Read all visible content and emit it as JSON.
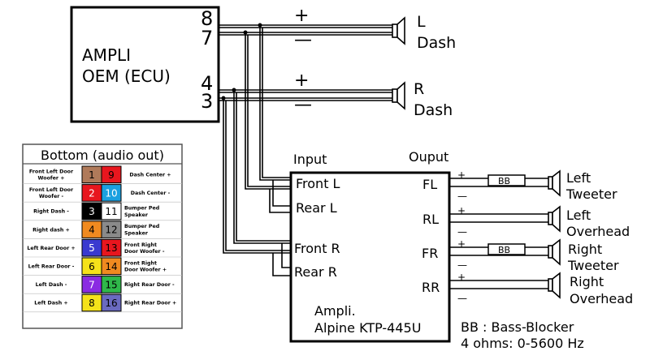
{
  "oem_amp": {
    "label_line1": "AMPLI",
    "label_line2": "OEM (ECU)",
    "pins": [
      "8",
      "7",
      "4",
      "3"
    ]
  },
  "dash_speakers": [
    {
      "name_line1": "L",
      "name_line2": "Dash",
      "plus": "+",
      "minus": "—"
    },
    {
      "name_line1": "R",
      "name_line2": "Dash",
      "plus": "+",
      "minus": "—"
    }
  ],
  "alpine_amp": {
    "input_heading": "Input",
    "output_heading": "Ouput",
    "inputs": [
      "Front L",
      "Rear L",
      "Front R",
      "Rear R"
    ],
    "outputs": [
      "FL",
      "RL",
      "FR",
      "RR"
    ],
    "label_line1": "Ampli.",
    "label_line2": "Alpine KTP-445U"
  },
  "output_speakers": [
    {
      "line1": "Left",
      "line2": "Tweeter",
      "bb": "BB"
    },
    {
      "line1": "Left",
      "line2": "Overhead",
      "bb": ""
    },
    {
      "line1": "Right",
      "line2": "Tweeter",
      "bb": "BB"
    },
    {
      "line1": "Right",
      "line2": "Overhead",
      "bb": ""
    }
  ],
  "signs": {
    "plus": "+",
    "minus": "—"
  },
  "notes": {
    "line1": "BB : Bass-Blocker",
    "line2": "4 ohms: 0-5600 Hz"
  },
  "pinout": {
    "title": "Bottom (audio out)",
    "rows": [
      {
        "left_label": [
          "Front Left Door",
          "Woofer +"
        ],
        "left_pin": "1",
        "left_color": "#b07a5a",
        "left_text_color": "#000000",
        "right_pin": "9",
        "right_color": "#e8161e",
        "right_text_color": "#000000",
        "right_label": [
          "Dash Center +"
        ]
      },
      {
        "left_label": [
          "Front Left Door",
          "Woofer -"
        ],
        "left_pin": "2",
        "left_color": "#e8161e",
        "left_text_color": "#ffffff",
        "right_pin": "10",
        "right_color": "#1aa0e0",
        "right_text_color": "#ffffff",
        "right_label": [
          "Dash Center -"
        ]
      },
      {
        "left_label": [
          "Right Dash -"
        ],
        "left_pin": "3",
        "left_color": "#000000",
        "left_text_color": "#ffffff",
        "right_pin": "11",
        "right_color": "#ffffff",
        "right_text_color": "#000000",
        "right_label": [
          "Bumper Ped",
          "Speaker"
        ]
      },
      {
        "left_label": [
          "Right dash +"
        ],
        "left_pin": "4",
        "left_color": "#f08a20",
        "left_text_color": "#000000",
        "right_pin": "12",
        "right_color": "#8a8a8a",
        "right_text_color": "#000000",
        "right_label": [
          "Bumper Ped",
          "Speaker"
        ]
      },
      {
        "left_label": [
          "Left Rear Door +"
        ],
        "left_pin": "5",
        "left_color": "#3a3ad0",
        "left_text_color": "#ffffff",
        "right_pin": "13",
        "right_color": "#e8161e",
        "right_text_color": "#000000",
        "right_label": [
          "Front Right",
          "Door Woofer -"
        ]
      },
      {
        "left_label": [
          "Left Rear Door -"
        ],
        "left_pin": "6",
        "left_color": "#f5e21a",
        "left_text_color": "#000000",
        "right_pin": "14",
        "right_color": "#f08a20",
        "right_text_color": "#000000",
        "right_label": [
          "Front Right",
          "Door Woofer +"
        ]
      },
      {
        "left_label": [
          "Left Dash -"
        ],
        "left_pin": "7",
        "left_color": "#8a2be2",
        "left_text_color": "#ffffff",
        "right_pin": "15",
        "right_color": "#2fb84a",
        "right_text_color": "#000000",
        "right_label": [
          "Right Rear Door -"
        ]
      },
      {
        "left_label": [
          "Left Dash +"
        ],
        "left_pin": "8",
        "left_color": "#f5e21a",
        "left_text_color": "#000000",
        "right_pin": "16",
        "right_color": "#6a6ac0",
        "right_text_color": "#000000",
        "right_label": [
          "Right Rear Door +"
        ]
      }
    ]
  }
}
